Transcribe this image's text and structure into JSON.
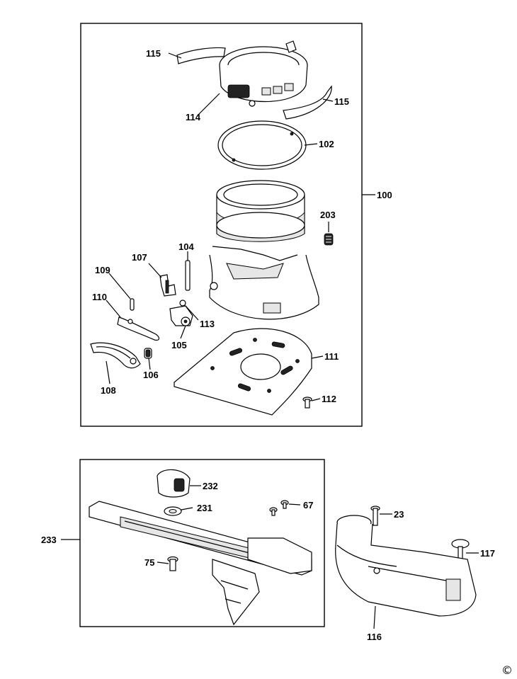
{
  "callouts": {
    "c115a": "115",
    "c115b": "115",
    "c114": "114",
    "c102": "102",
    "c100": "100",
    "c203": "203",
    "c104": "104",
    "c107": "107",
    "c109": "109",
    "c110": "110",
    "c113": "113",
    "c105": "105",
    "c111": "111",
    "c106": "106",
    "c108": "108",
    "c112": "112",
    "c232": "232",
    "c231": "231",
    "c67": "67",
    "c23": "23",
    "c233": "233",
    "c117": "117",
    "c75": "75",
    "c116": "116"
  },
  "copyright": "©"
}
